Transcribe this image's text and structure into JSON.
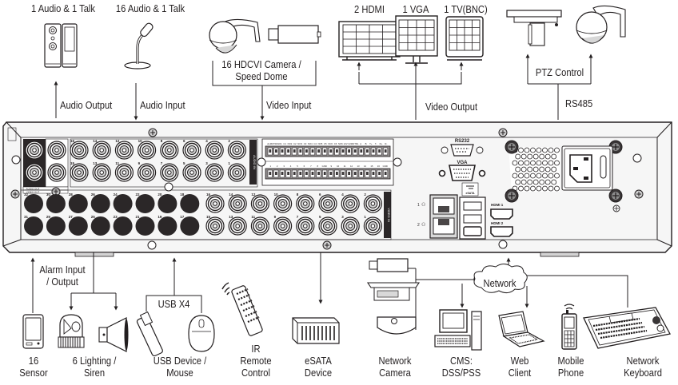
{
  "title": "DVR rear panel connection diagram",
  "top_devices": {
    "audio_output_devices": "1 Audio  & 1 Talk",
    "audio_input_devices": "16 Audio & 1 Talk",
    "cameras": "16 HDCVI Camera /\nSpeed Dome",
    "monitor_hdmi": "2 HDMI",
    "monitor_vga": "1 VGA",
    "monitor_tv": "1 TV(BNC)",
    "ptz": "PTZ Control"
  },
  "top_links": {
    "audio_output": "Audio  Output",
    "audio_input": "Audio  Input",
    "video_input": "Video Input",
    "video_output": "Video Output",
    "rs485": "RS485"
  },
  "panel": {
    "audio_in_label": "AUDIO IN",
    "video_in_label": "VIDEO IN",
    "rs232_label": "RS232",
    "vga_label": "VGA",
    "esata_label": "eSATA",
    "hdmi1_label": "HDMI 1",
    "hdmi2_label": "HDMI 2",
    "audio_out_label": "AUDIO OUT",
    "video_out_label": "VIDEO OUT",
    "lan1_label": "1",
    "lan2_label": "2",
    "audio_top_row": [
      "16",
      "14",
      "12",
      "10",
      "8",
      "6",
      "4",
      "2"
    ],
    "audio_bottom_row": [
      "15",
      "13",
      "11",
      "9",
      "7",
      "5",
      "3",
      "1"
    ],
    "video_blank_top": [
      "32",
      "30",
      "28",
      "26",
      "24",
      "22",
      "20",
      "18"
    ],
    "video_blank_bottom": [
      "31",
      "29",
      "27",
      "25",
      "23",
      "21",
      "19",
      "17"
    ],
    "video_top_row": [
      "16",
      "14",
      "12",
      "10",
      "8",
      "6",
      "4",
      "2"
    ],
    "video_bottom_row": [
      "15",
      "13",
      "11",
      "9",
      "7",
      "5",
      "3",
      "1"
    ],
    "alarm_top_terminals": [
      "ALM",
      "CTRL",
      "NO1",
      "C1",
      "NO2",
      "C2",
      "NO3",
      "C3",
      "NO4",
      "C4",
      "NO5",
      "C5",
      "NC6",
      "C6",
      "NO6",
      "12V",
      "GND",
      "CTRL",
      "A",
      "B",
      "T+",
      "T-",
      "R+",
      "R-"
    ],
    "alarm_bottom_terminals": [
      "1",
      "2",
      "3",
      "4",
      "5",
      "6",
      "7",
      "8",
      "GND",
      "9",
      "10",
      "11",
      "12",
      "13",
      "14",
      "15",
      "16",
      "GND"
    ]
  },
  "bottom_links": {
    "alarm": "Alarm Input\n/ Output",
    "usb": "USB X4",
    "network": "Network"
  },
  "bottom_devices": {
    "sensor": "16\nSensor",
    "lighting": "6 Lighting /\nSiren",
    "usb_device": "USB Device /\nMouse",
    "ir_remote": "IR\nRemote\nControl",
    "esata": "eSATA\nDevice",
    "network_camera": "Network\nCamera",
    "cms": "CMS:\nDSS/PSS",
    "web_client": "Web\nClient",
    "mobile": "Mobile\nPhone",
    "network_keyboard": "Network\nKeyboard"
  },
  "colors": {
    "ink": "#231f20",
    "panel_fill": "#f6f6f6",
    "dark_label": "#2b2728",
    "grey_connector": "#9a9a9a"
  }
}
